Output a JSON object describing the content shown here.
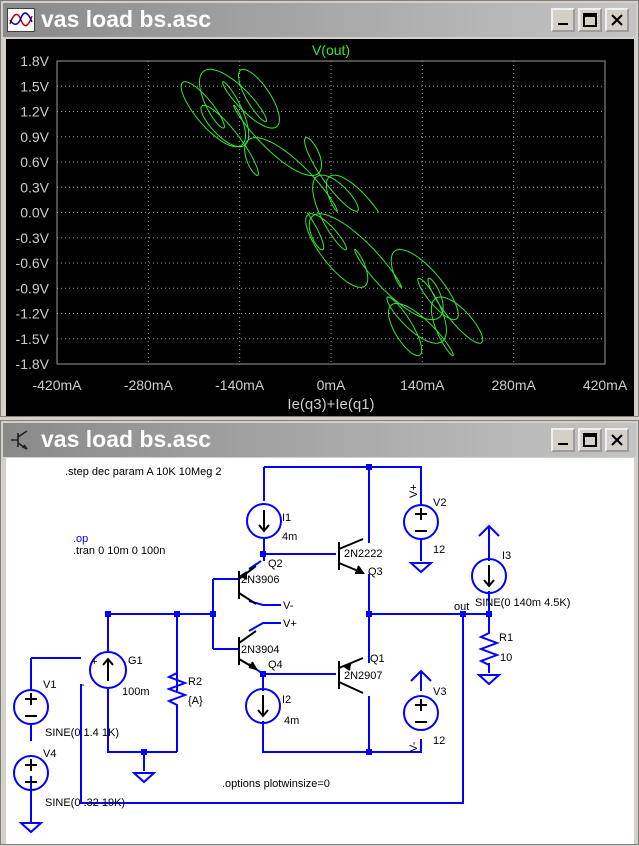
{
  "plot_window": {
    "title": "vas load bs.asc",
    "trace_label": "V(out)",
    "x_axis_label": "Ie(q3)+Ie(q1)",
    "x_ticks": [
      "-420mA",
      "-280mA",
      "-140mA",
      "0mA",
      "140mA",
      "280mA",
      "420mA"
    ],
    "y_ticks": [
      "1.8V",
      "1.5V",
      "1.2V",
      "0.9V",
      "0.6V",
      "0.3V",
      "0.0V",
      "-0.3V",
      "-0.6V",
      "-0.9V",
      "-1.2V",
      "-1.5V",
      "-1.8V"
    ],
    "trace_color": "#33e633",
    "background_color": "#000000"
  },
  "schematic_window": {
    "title": "vas load bs.asc",
    "wire_color": "#0000ff",
    "directives": {
      "step": ".step dec param A 10K 10Meg 2",
      "op": ".op",
      "tran": ".tran 0 10m 0 100n",
      "options": ".options plotwinsize=0"
    },
    "components": {
      "i1": {
        "name": "I1",
        "value": "4m"
      },
      "i2": {
        "name": "I2",
        "value": "4m"
      },
      "i3": {
        "name": "I3",
        "value": "SINE(0 140m 4.5K)"
      },
      "q1": {
        "name": "Q1",
        "model": "2N2907"
      },
      "q2": {
        "name": "Q2",
        "model": "2N3906"
      },
      "q3": {
        "name": "Q3",
        "model": "2N2222"
      },
      "q4": {
        "name": "Q4",
        "model": "2N3904"
      },
      "v1": {
        "name": "V1",
        "value": "SINE(0 1.4 1K)"
      },
      "v2": {
        "name": "V2",
        "value": "12"
      },
      "v3": {
        "name": "V3",
        "value": "12"
      },
      "v4": {
        "name": "V4",
        "value": "SINE(0 .32 19K)"
      },
      "g1": {
        "name": "G1",
        "value": "100m"
      },
      "r1": {
        "name": "R1",
        "value": "10"
      },
      "r2": {
        "name": "R2",
        "value": "{A}"
      }
    },
    "net_labels": {
      "out": "out",
      "vplus": "V+",
      "vminus": "V-",
      "vplus_q4": "V+",
      "vminus_q2": "V-",
      "g1_plus": "+",
      "g1_minus": "-"
    }
  }
}
